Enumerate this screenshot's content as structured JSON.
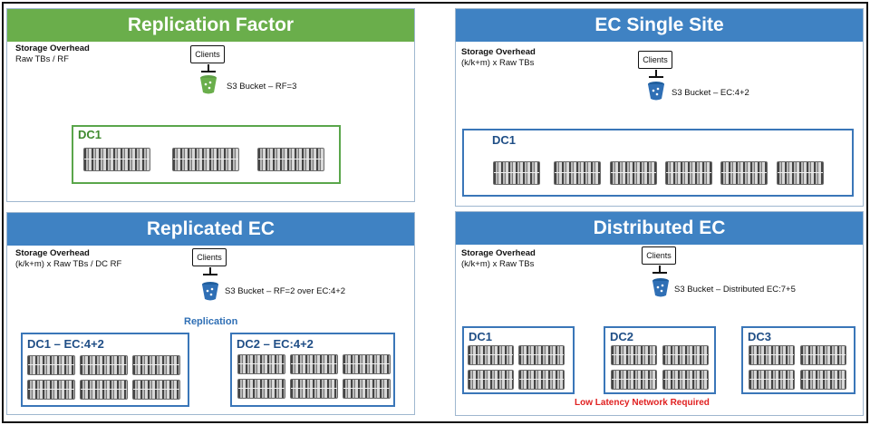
{
  "colors": {
    "green_header": "#6aae4b",
    "blue_header": "#3f82c3",
    "green_arrow": "#3fa33a",
    "blue_arrow": "#2f6fb5",
    "network_red": "#e02020"
  },
  "replication_factor": {
    "title": "Replication Factor",
    "storage_overhead_title": "Storage Overhead",
    "formula": "Raw TBs / RF",
    "clients": "Clients",
    "bucket": "S3 Bucket – RF=3",
    "dc_label": "DC1"
  },
  "ec_single_site": {
    "title": "EC Single Site",
    "storage_overhead_title": "Storage Overhead",
    "formula": "(k/k+m) x Raw TBs",
    "clients": "Clients",
    "bucket": "S3 Bucket – EC:4+2",
    "dc_label": "DC1"
  },
  "replicated_ec": {
    "title": "Replicated EC",
    "storage_overhead_title": "Storage Overhead",
    "formula": "(k/k+m) x Raw TBs / DC RF",
    "clients": "Clients",
    "bucket": "S3 Bucket – RF=2 over EC:4+2",
    "replication_label": "Replication",
    "dc1_label": "DC1 – EC:4+2",
    "dc2_label": "DC2 – EC:4+2"
  },
  "distributed_ec": {
    "title": "Distributed EC",
    "storage_overhead_title": "Storage Overhead",
    "formula": "(k/k+m) x Raw TBs",
    "clients": "Clients",
    "bucket": "S3 Bucket – Distributed EC:7+5",
    "dc1_label": "DC1",
    "dc2_label": "DC2",
    "dc3_label": "DC3",
    "network_label": "Low Latency Network Required"
  }
}
